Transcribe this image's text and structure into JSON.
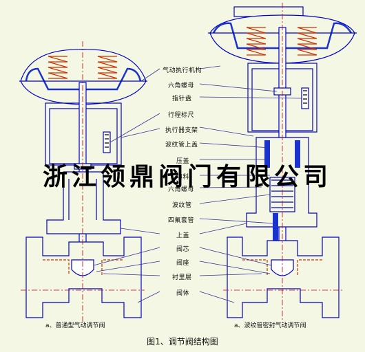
{
  "figure_title": "图1、调节阀结构图",
  "watermark": "浙江领鼎阀门有限公司",
  "captions": {
    "left": "a、普通型气动调节阀",
    "right": "a、波纹管密封气动调节阀"
  },
  "labels": [
    "气动执行机构",
    "六角螺母",
    "指针盘",
    "行程标尺",
    "执行器支架",
    "波纹管上盖",
    "压盖",
    "填料",
    "六角螺母",
    "波纹管",
    "四氟套管",
    "上盖",
    "阀芯",
    "阀座",
    "衬里层",
    "阀体"
  ],
  "colors": {
    "background": "#f4f7e3",
    "outline": "#0000cc",
    "centerline": "#cc0000",
    "diaphragm": "#1a33cc",
    "spring": "#cc3300",
    "leader": "#333399"
  }
}
